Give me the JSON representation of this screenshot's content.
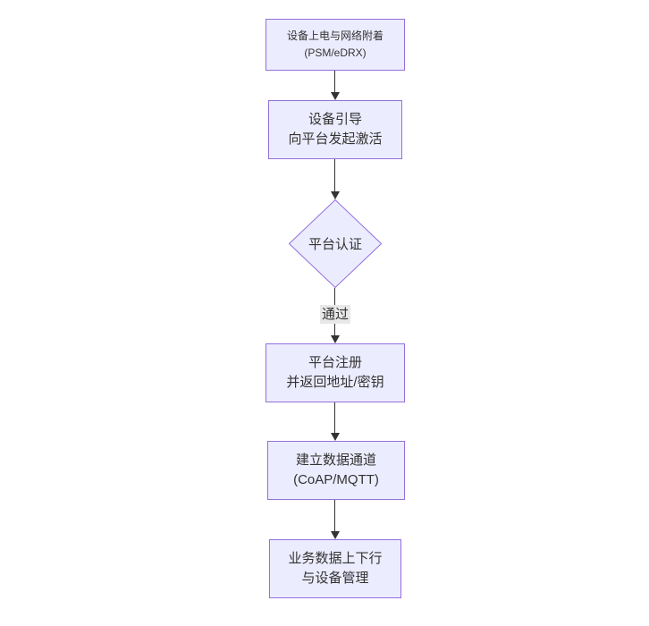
{
  "colors": {
    "background": "#ffffff",
    "node_fill": "#ececff",
    "node_border": "#9370db",
    "text": "#333333",
    "edge": "#333333",
    "edge_label_bg": "#e8e8e8"
  },
  "flowchart": {
    "nodes": [
      {
        "shape": "rect",
        "line1": "设备上电与网络附着",
        "line2": "(PSM/eDRX)"
      },
      {
        "shape": "rect",
        "line1": "设备引导",
        "line2": "向平台发起激活"
      },
      {
        "shape": "diamond",
        "line1": "平台认证"
      },
      {
        "shape": "rect",
        "line1": "平台注册",
        "line2": "并返回地址/密钥"
      },
      {
        "shape": "rect",
        "line1": "建立数据通道",
        "line2": "(CoAP/MQTT)"
      },
      {
        "shape": "rect",
        "line1": "业务数据上下行",
        "line2": "与设备管理"
      }
    ],
    "edges": [
      {
        "label": ""
      },
      {
        "label": ""
      },
      {
        "label": "通过"
      },
      {
        "label": ""
      },
      {
        "label": ""
      }
    ]
  }
}
